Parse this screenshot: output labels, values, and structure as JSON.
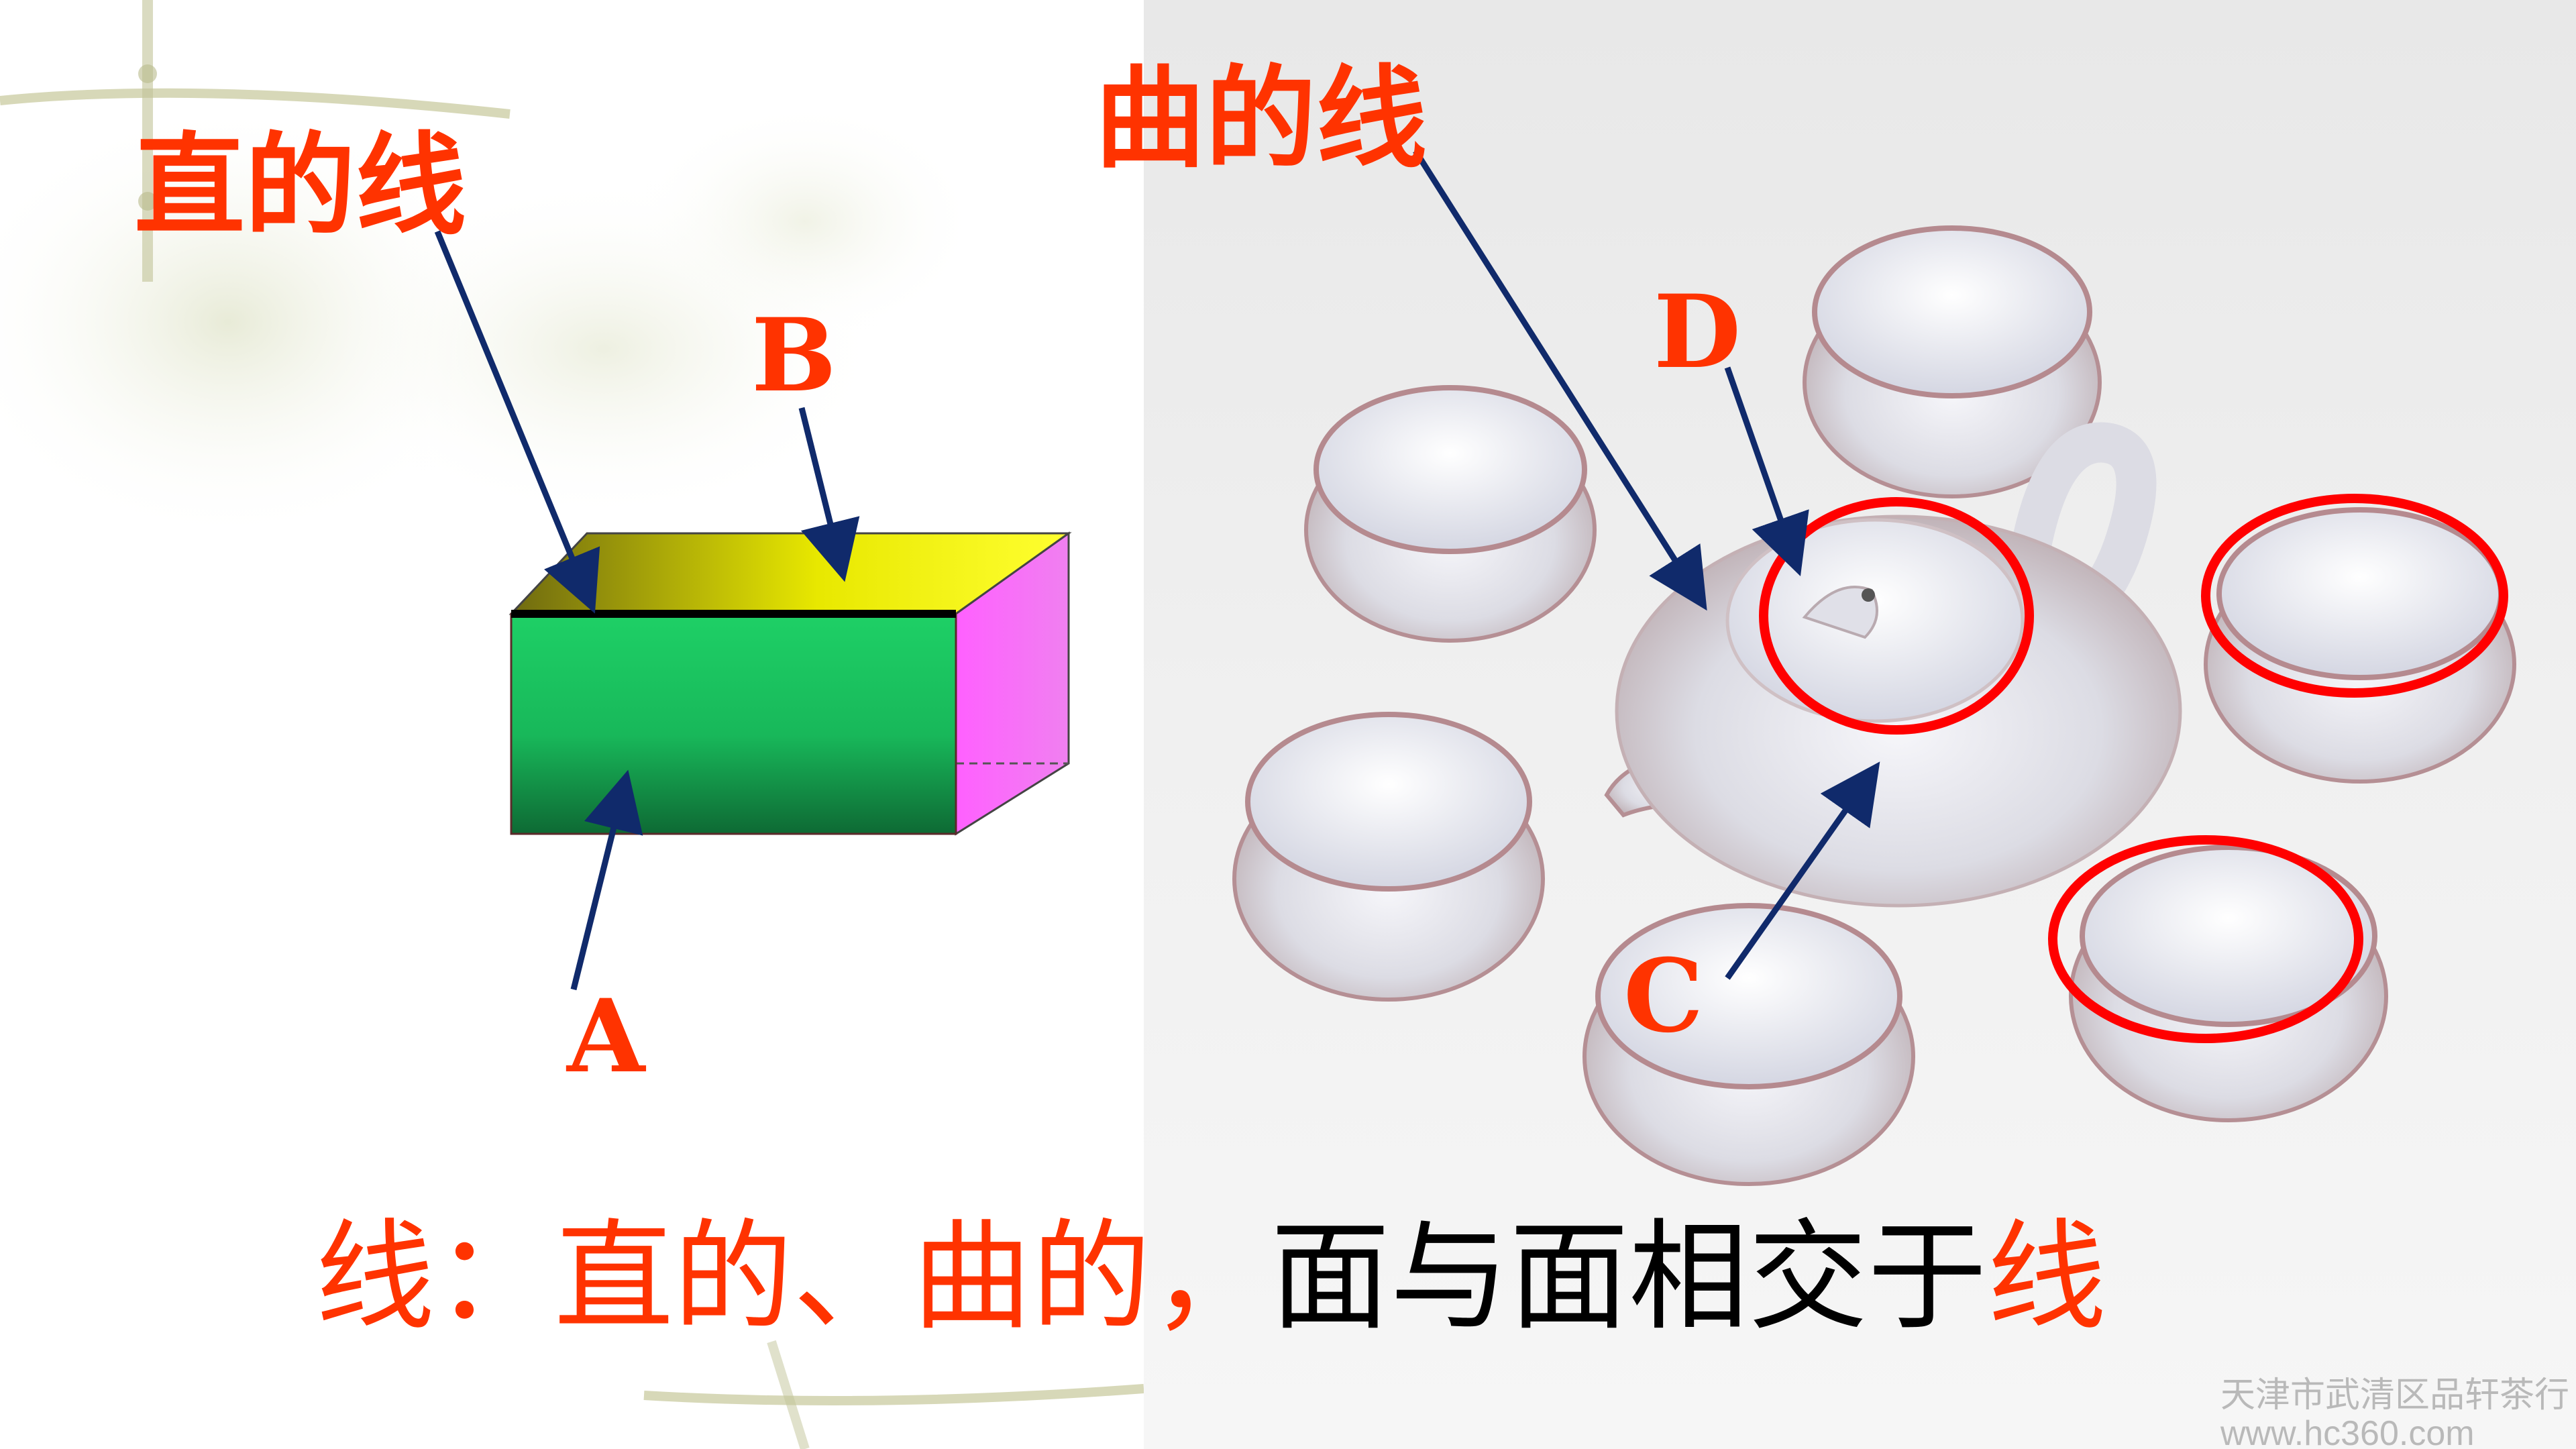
{
  "labels": {
    "straight_line": "直的线",
    "curved_line": "曲的线",
    "point_a": "A",
    "point_b": "B",
    "point_c": "C",
    "point_d": "D"
  },
  "caption": {
    "part1": "线：直的、曲的，",
    "part2": "面与面相交于",
    "part3": "线"
  },
  "watermark": {
    "line1": "天津市武清区品轩茶行",
    "line2": "www.hc360.com"
  },
  "colors": {
    "label_red": "#ff3300",
    "arrow_navy": "#102a6b",
    "circle_red": "#ff0000",
    "box_front": "#1ec864",
    "box_top": "#f0f000",
    "box_side": "#ff66ff"
  }
}
